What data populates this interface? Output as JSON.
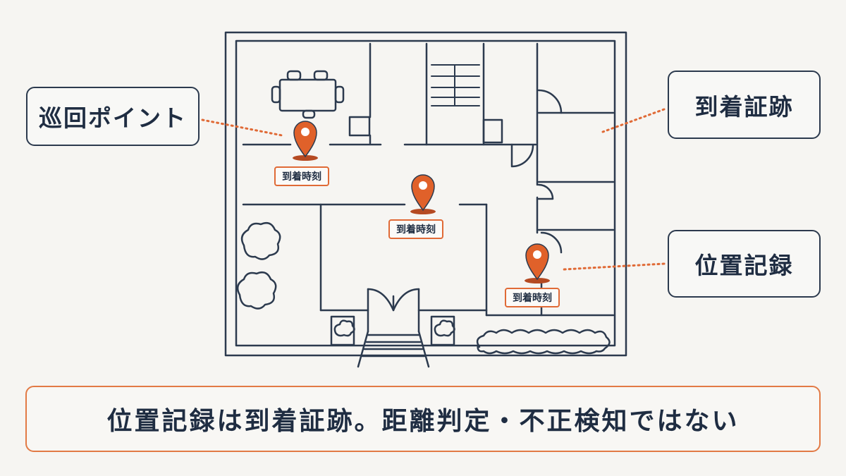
{
  "callouts": {
    "patrol_point": "巡回ポイント",
    "arrival_proof": "到着証跡",
    "position_record": "位置記録"
  },
  "pins": [
    {
      "label": "到着時刻"
    },
    {
      "label": "到着時刻"
    },
    {
      "label": "到着時刻"
    }
  ],
  "banner": "位置記録は到着証跡。距離判定・不正検知ではない",
  "colors": {
    "ink": "#2c3a4e",
    "accent": "#e06a36",
    "background": "#f6f5f2"
  },
  "icons": [
    "location-pin-icon",
    "table-icon",
    "stairs-icon",
    "door-icon",
    "tree-icon",
    "shrub-icon"
  ]
}
